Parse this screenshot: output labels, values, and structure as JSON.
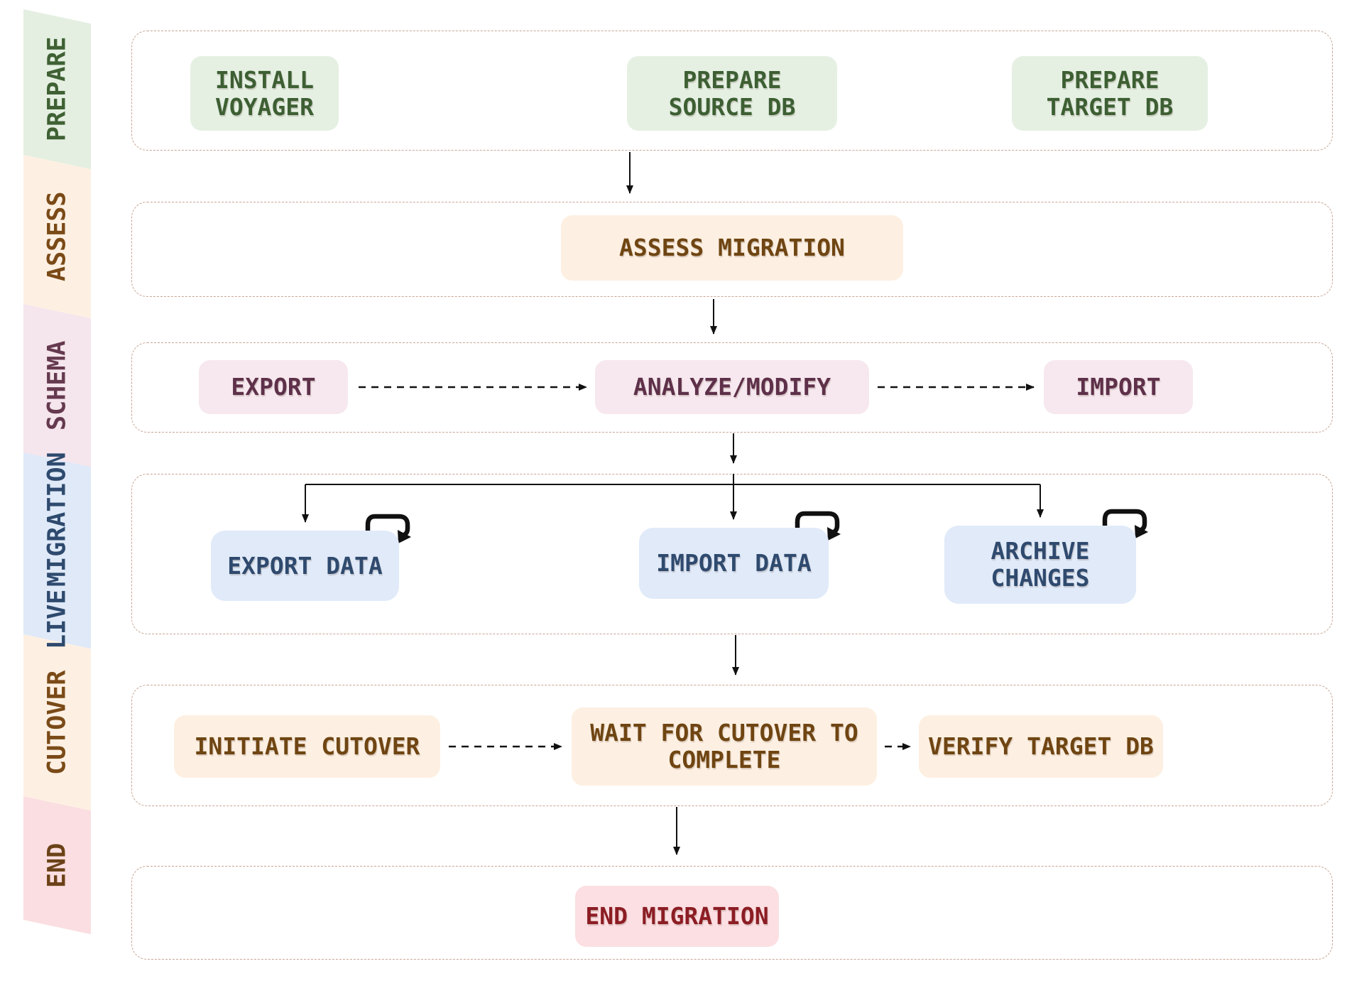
{
  "diagram": {
    "lanes": [
      {
        "id": "prepare",
        "label_lines": [
          "PREPARE"
        ],
        "band_color": "#e4efe1",
        "text_color": "#3f6134"
      },
      {
        "id": "assess",
        "label_lines": [
          "ASSESS"
        ],
        "band_color": "#fdf0e3",
        "text_color": "#7a4a17"
      },
      {
        "id": "schema",
        "label_lines": [
          "SCHEMA"
        ],
        "band_color": "#f5e5ec",
        "text_color": "#65394f"
      },
      {
        "id": "live_migration",
        "label_lines": [
          "LIVE",
          "MIGRATION"
        ],
        "band_color": "#dfe9f8",
        "text_color": "#2e4a6e"
      },
      {
        "id": "cutover",
        "label_lines": [
          "CUTOVER"
        ],
        "band_color": "#fdf0e3",
        "text_color": "#7a4a17"
      },
      {
        "id": "end",
        "label_lines": [
          "END"
        ],
        "band_color": "#fbdee1",
        "text_color": "#6b4218"
      }
    ],
    "rows": {
      "prepare": {
        "nodes": {
          "install_voyager": {
            "lines": [
              "INSTALL",
              "VOYAGER"
            ],
            "fill": "#e5f0e3",
            "text_color": "#3d5f33"
          },
          "prepare_source_db": {
            "lines": [
              "PREPARE",
              "SOURCE DB"
            ],
            "fill": "#e5f0e3",
            "text_color": "#3d5f33"
          },
          "prepare_target_db": {
            "lines": [
              "PREPARE",
              "TARGET DB"
            ],
            "fill": "#e5f0e3",
            "text_color": "#3d5f33"
          }
        }
      },
      "assess": {
        "nodes": {
          "assess_migration": {
            "lines": [
              "ASSESS MIGRATION"
            ],
            "fill": "#fdf0e2",
            "text_color": "#6f4512"
          }
        }
      },
      "schema": {
        "nodes": {
          "export": {
            "lines": [
              "EXPORT"
            ],
            "fill": "#f6e8ee",
            "text_color": "#5e3049"
          },
          "analyze_modify": {
            "lines": [
              "ANALYZE/MODIFY"
            ],
            "fill": "#f6e8ee",
            "text_color": "#5e3049"
          },
          "import": {
            "lines": [
              "IMPORT"
            ],
            "fill": "#f6e8ee",
            "text_color": "#5e3049"
          }
        }
      },
      "live_migration": {
        "nodes": {
          "export_data": {
            "lines": [
              "EXPORT DATA"
            ],
            "fill": "#e0eaf9",
            "text_color": "#2f4a6e",
            "loop_icon": true
          },
          "import_data": {
            "lines": [
              "IMPORT DATA"
            ],
            "fill": "#e0eaf9",
            "text_color": "#2f4a6e",
            "loop_icon": true
          },
          "archive_changes": {
            "lines": [
              "ARCHIVE",
              "CHANGES"
            ],
            "fill": "#e0eaf9",
            "text_color": "#2f4a6e",
            "loop_icon": true
          }
        }
      },
      "cutover": {
        "nodes": {
          "initiate_cutover": {
            "lines": [
              "INITIATE CUTOVER"
            ],
            "fill": "#fdf0e2",
            "text_color": "#6f4512"
          },
          "wait_for_cutover": {
            "lines": [
              "WAIT FOR CUTOVER TO",
              "COMPLETE"
            ],
            "fill": "#fdf0e2",
            "text_color": "#6f4512"
          },
          "verify_target_db": {
            "lines": [
              "VERIFY TARGET DB"
            ],
            "fill": "#fdf0e2",
            "text_color": "#6f4512"
          }
        }
      },
      "end": {
        "nodes": {
          "end_migration": {
            "lines": [
              "END MIGRATION"
            ],
            "fill": "#fcdfe2",
            "text_color": "#8c1d24"
          }
        }
      }
    },
    "connector_colors": {
      "solid_arrow": "#111111",
      "dashed_arrow": "#111111",
      "row_border": "#c7a593"
    }
  }
}
